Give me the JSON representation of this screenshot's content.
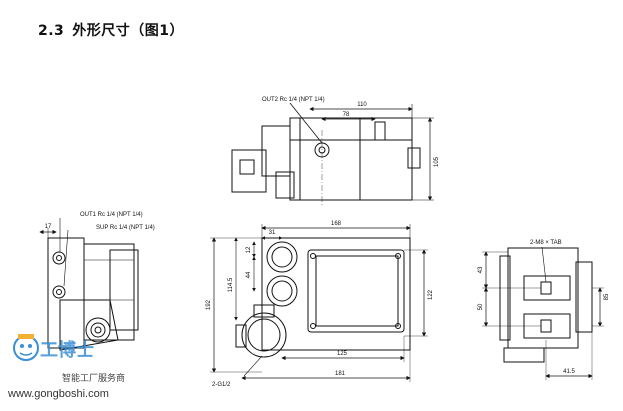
{
  "section": {
    "number": "2.3",
    "title": "外形尺寸（图1）"
  },
  "top_view": {
    "port_label": "OUT2 Rc 1/4 (NPT 1/4)",
    "dim_width_outer": "110",
    "dim_width_inner": "78",
    "dim_height": "105"
  },
  "side_view": {
    "port1_label": "OUT1 Rc 1/4 (NPT 1/4)",
    "port2_label": "SUP Rc 1/4 (NPT 1/4)",
    "dim_top": "17"
  },
  "front_view": {
    "dim_total_width": "168",
    "dim_small": "31",
    "dim_g1": "12",
    "dim_g2": "44",
    "dim_mid": "114.5",
    "dim_height": "192",
    "dim_right": "122",
    "dim_bottom_inner": "125",
    "dim_bottom_outer": "181",
    "port_label": "2-G1/2"
  },
  "back_view": {
    "tab_label": "2-M8 × TAB",
    "dim_43": "43",
    "dim_50": "50",
    "dim_85": "85",
    "dim_bottom": "41.5"
  },
  "watermark": {
    "logo_text": "工博士",
    "slogan": "智能工厂服务商",
    "url": "www.gongboshi.com"
  }
}
